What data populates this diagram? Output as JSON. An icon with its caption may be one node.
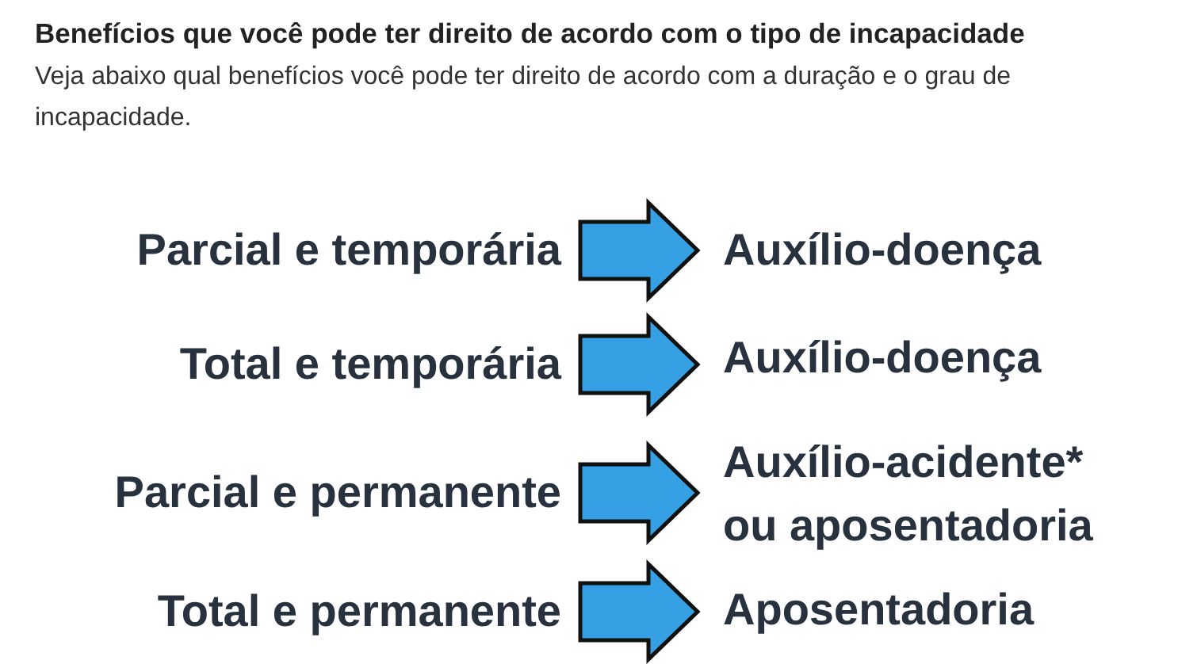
{
  "diagram": {
    "title": "Benefícios que você pode ter direito de acordo com o tipo de incapacidade",
    "nodes": [
      {
        "text": [
          "Parcial e temporária"
        ]
      },
      {
        "text": [
          "Auxílio-doença"
        ]
      },
      {
        "text": [
          "Total e temporária"
        ]
      },
      {
        "text": [
          "Auxílio-doença"
        ]
      },
      {
        "text": [
          "Parcial e permanente"
        ]
      },
      {
        "text": [
          "Auxílio-acidente* ou aposentadoria"
        ]
      },
      {
        "text": [
          "Total e permanente"
        ]
      },
      {
        "text": [
          "Aposentadoria"
        ]
      }
    ],
    "edges": [
      {
        "from": 0,
        "to": 1,
        "arrow": "to"
      },
      {
        "from": 2,
        "to": 3,
        "arrow": "to"
      },
      {
        "from": 4,
        "to": 5,
        "arrow": "to"
      },
      {
        "from": 6,
        "to": 7,
        "arrow": "to"
      }
    ],
    "labels": [
      "Veja abaixo qual benefícios você pode ter direito de acordo com a duração e o grau de incapacidade."
    ]
  }
}
